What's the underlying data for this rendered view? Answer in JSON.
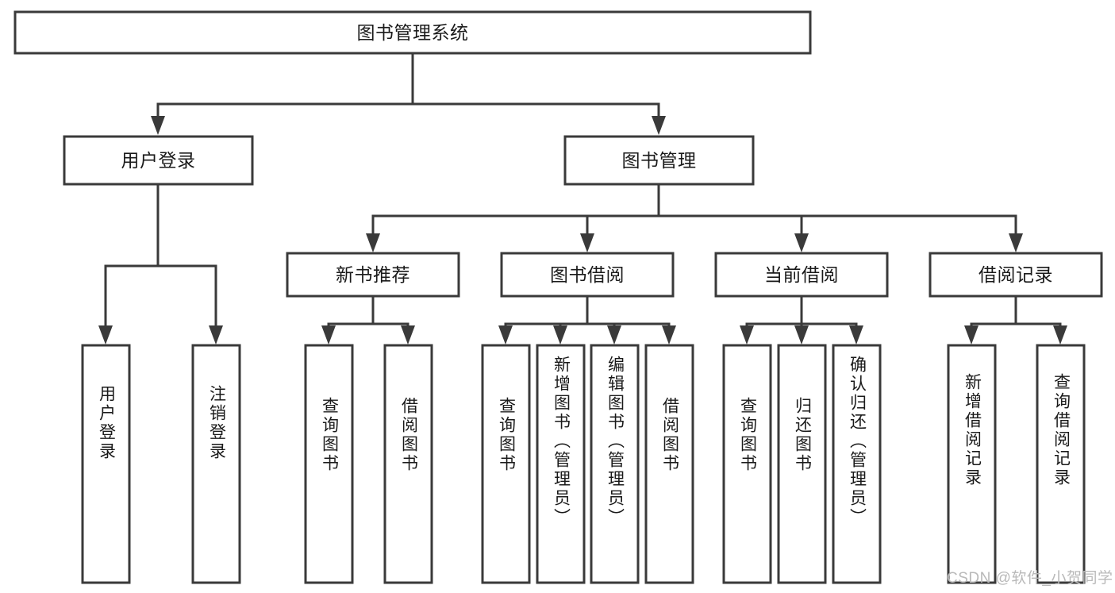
{
  "diagram": {
    "type": "tree-hierarchy",
    "title": "图书管理系统",
    "orientation": "top-down",
    "colors": {
      "box_stroke": "#3a3a3a",
      "box_fill": "#ffffff",
      "text": "#1a1a1a",
      "background": "#ffffff",
      "watermark": "#b9b9b9"
    },
    "levels": {
      "root": {
        "label": "图书管理系统"
      },
      "level2": [
        {
          "label": "用户登录"
        },
        {
          "label": "图书管理"
        }
      ],
      "level3": [
        {
          "label": "新书推荐"
        },
        {
          "label": "图书借阅"
        },
        {
          "label": "当前借阅"
        },
        {
          "label": "借阅记录"
        }
      ],
      "leaves": {
        "user_login": [
          {
            "label": "用户登录"
          },
          {
            "label": "注销登录"
          }
        ],
        "new_book_recommend": [
          {
            "label": "查询图书"
          },
          {
            "label": "借阅图书"
          }
        ],
        "book_borrow": [
          {
            "label": "查询图书"
          },
          {
            "label": "新增图书（管理员）"
          },
          {
            "label": "编辑图书（管理员）"
          },
          {
            "label": "借阅图书"
          }
        ],
        "current_borrow": [
          {
            "label": "查询图书"
          },
          {
            "label": "归还图书"
          },
          {
            "label": "确认归还（管理员）"
          }
        ],
        "borrow_record": [
          {
            "label": "新增借阅记录"
          },
          {
            "label": "查询借阅记录"
          }
        ]
      }
    }
  },
  "watermark": {
    "text": "CSDN @软件_小贺同学"
  }
}
